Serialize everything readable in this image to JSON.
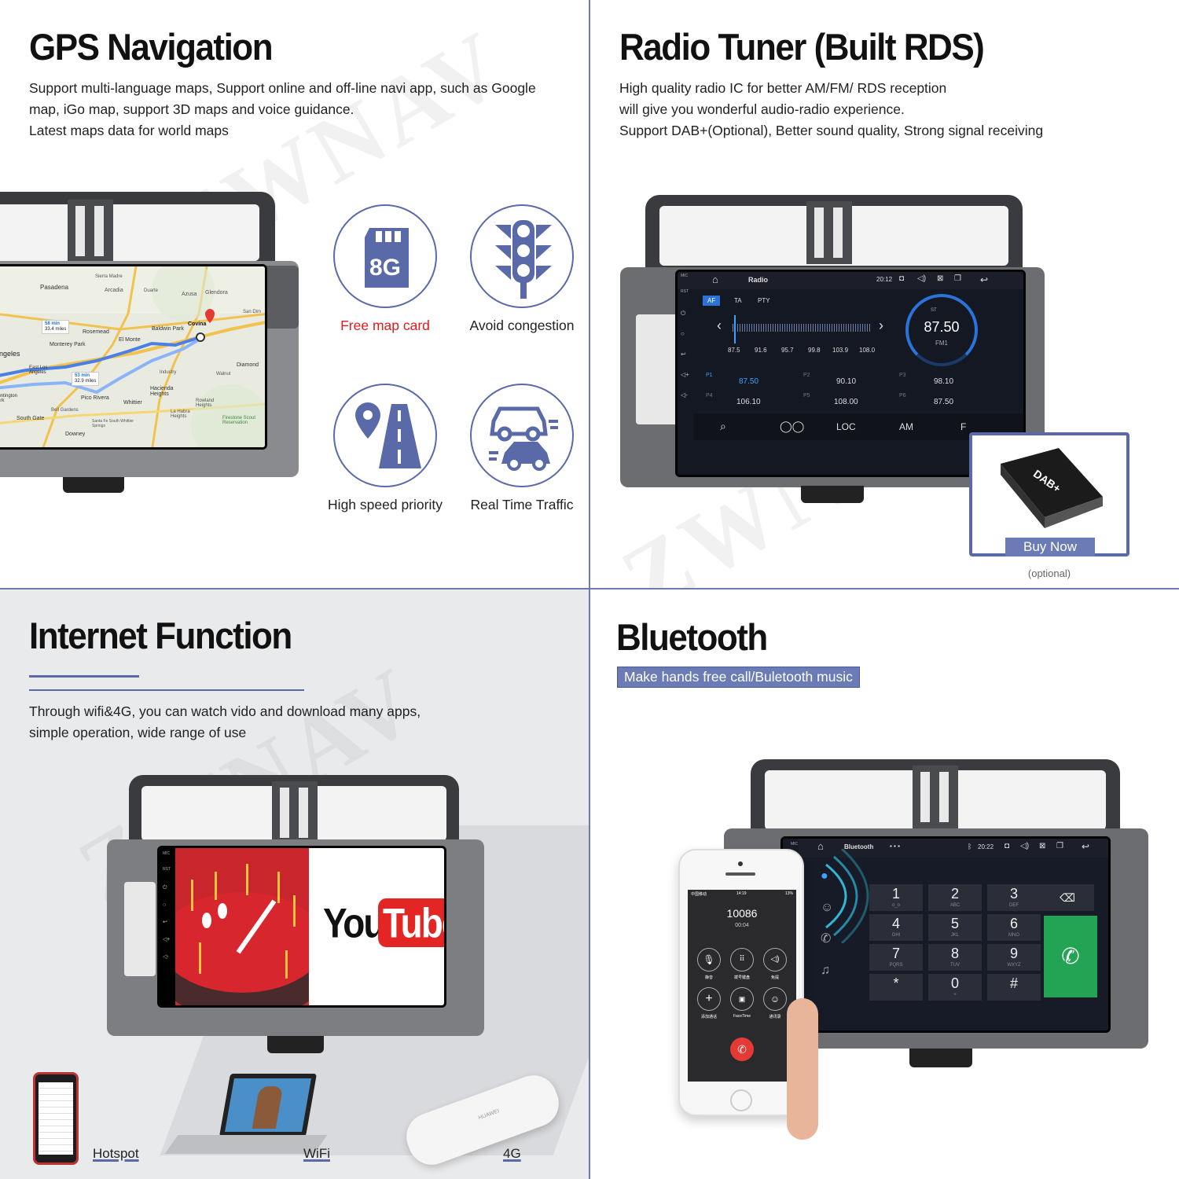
{
  "watermark": "ZWNAV",
  "gps": {
    "title": "GPS Navigation",
    "description": "Support multi-language maps, Support online and off-line navi app, such as Google\nmap, iGo map, support 3D maps and voice guidance.\nLatest maps data for world maps",
    "map_labels": {
      "pasadena": "Pasadena",
      "baldwin_park": "Baldwin Park",
      "covina": "Covina",
      "el_monte": "El Monte",
      "rosemead": "Rosemead",
      "monterey_park": "Monterey Park",
      "angeles": "Angeles",
      "east_los_angeles": "East Los Angeles",
      "huntington_park": "Huntington Park",
      "pico_rivera": "Pico Rivera",
      "whittier": "Whittier",
      "hacienda_heights": "Hacienda Heights",
      "south_gate": "South Gate",
      "downey": "Downey",
      "diamond": "Diamond",
      "industry": "Industry",
      "walnut": "Walnut",
      "arcadia": "Arcadia",
      "azusa": "Azusa",
      "glendora": "Glendora",
      "sierra_madre": "Sierra Madre",
      "la_habra_heights": "La Habra Heights",
      "rowland_heights": "Rowland Heights",
      "bell_gardens": "Bell Gardens",
      "san_dim": "San Dim",
      "duarte": "Duarte",
      "firestone": "Firestone Scout Reservation",
      "santa_fe": "Santa Fe South Whittier Springs"
    },
    "route1": {
      "time": "58 min",
      "distance": "33.4 miles"
    },
    "route2": {
      "time": "53 min",
      "distance": "32.9 miles"
    },
    "features": [
      {
        "label": "Free map card",
        "icon": "sd-card-icon",
        "card_text": "8G"
      },
      {
        "label": "Avoid congestion",
        "icon": "traffic-light-icon"
      },
      {
        "label": "High speed priority",
        "icon": "road-pin-icon"
      },
      {
        "label": "Real Time Traffic",
        "icon": "cars-icon"
      }
    ]
  },
  "radio": {
    "title": "Radio Tuner (Built RDS)",
    "description": "High quality radio IC for better AM/FM/ RDS reception\nwill give you wonderful audio-radio experience.\nSupport DAB+(Optional), Better sound quality, Strong signal receiving",
    "app_title": "Radio",
    "clock": "20:12",
    "tabs": [
      "AF",
      "TA",
      "PTY"
    ],
    "scale": [
      "87.5",
      "91.6",
      "95.7",
      "99.8",
      "103.9",
      "108.0"
    ],
    "freq": "87.50",
    "st": "ST",
    "band": "FM1",
    "presets": [
      {
        "id": "P1",
        "freq": "87.50"
      },
      {
        "id": "P2",
        "freq": "90.10"
      },
      {
        "id": "P3",
        "freq": "98.10"
      },
      {
        "id": "P4",
        "freq": "106.10"
      },
      {
        "id": "P5",
        "freq": "108.00"
      },
      {
        "id": "P6",
        "freq": "87.50"
      }
    ],
    "bottom": [
      "LOC",
      "AM",
      "F"
    ],
    "side_labels": [
      "MIC",
      "RST"
    ],
    "dab_label": "DAB+",
    "buy_now": "Buy Now",
    "optional": "(optional)"
  },
  "internet": {
    "title": "Internet Function",
    "description": "Through wifi&4G, you can watch vido and download many apps,\nsimple operation, wide range of use",
    "youtube_you": "You",
    "youtube_tube": "Tube",
    "side_labels": [
      "MIC",
      "RST"
    ],
    "devices": [
      {
        "label": "Hotspot"
      },
      {
        "label": "WiFi"
      },
      {
        "label": "4G"
      }
    ],
    "dongle_brand": "HUAWEI"
  },
  "bluetooth": {
    "title": "Bluetooth",
    "subtitle": "Make hands free call/Buletooth music",
    "app_title": "Bluetooth",
    "clock": "20:22",
    "side_label": "MIC",
    "keys": [
      {
        "d": "1",
        "s": "o_o"
      },
      {
        "d": "2",
        "s": "ABC"
      },
      {
        "d": "3",
        "s": "DEF"
      },
      {
        "d": "4",
        "s": "GHI"
      },
      {
        "d": "5",
        "s": "JKL"
      },
      {
        "d": "6",
        "s": "MNO"
      },
      {
        "d": "7",
        "s": "PQRS"
      },
      {
        "d": "8",
        "s": "TUV"
      },
      {
        "d": "9",
        "s": "WXYZ"
      },
      {
        "d": "*",
        "s": ""
      },
      {
        "d": "0",
        "s": "+"
      },
      {
        "d": "#",
        "s": ""
      }
    ],
    "phone": {
      "carrier": "中国移动",
      "time": "14:19",
      "battery": "13%",
      "number": "10086",
      "duration": "00:04",
      "buttons": [
        "静音",
        "拨号键盘",
        "免提",
        "添加通话",
        "FaceTime",
        "通讯录"
      ]
    }
  }
}
